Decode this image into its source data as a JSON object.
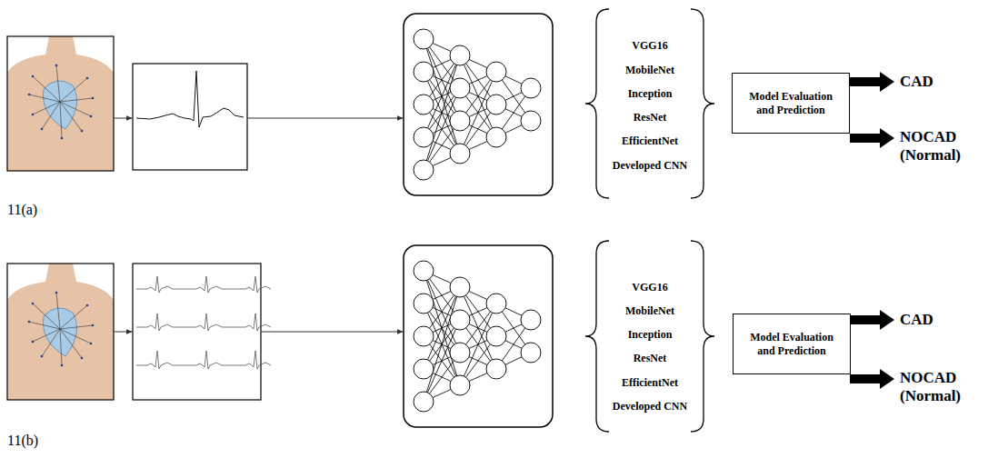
{
  "diagram": {
    "nodes": [
      {
        "text": [
          "Model Evaluation and Prediction"
        ]
      },
      {
        "text": [
          "Model Evaluation and Prediction"
        ]
      }
    ],
    "labels": [
      "VGG16",
      "MobileNet",
      "Inception",
      "ResNet",
      "EfficientNet",
      "Developed CNN",
      "CAD",
      "NOCAD (Normal)",
      "11(a)",
      "VGG16",
      "MobileNet",
      "Inception",
      "ResNet",
      "EfficientNet",
      "Developed CNN",
      "CAD",
      "NOCAD (Normal)",
      "11(b)"
    ]
  }
}
